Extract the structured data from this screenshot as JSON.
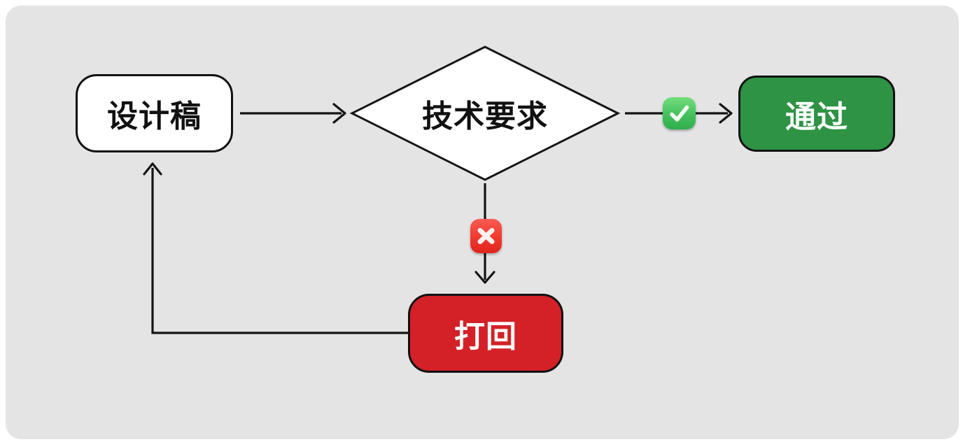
{
  "page": {
    "background_color": "#ffffff",
    "canvas_color": "#e4e4e4",
    "line_color": "#141414"
  },
  "diagram": {
    "type": "flowchart",
    "nodes": [
      {
        "id": "design",
        "label": "设计稿",
        "shape": "rounded-rect",
        "fill": "#ffffff",
        "text_color": "#111111"
      },
      {
        "id": "decision",
        "label": "技术要求",
        "shape": "diamond",
        "fill": "#ffffff",
        "text_color": "#111111"
      },
      {
        "id": "pass",
        "label": "通过",
        "shape": "rounded-rect",
        "fill": "#2e9345",
        "text_color": "#ffffff"
      },
      {
        "id": "reject",
        "label": "打回",
        "shape": "rounded-rect",
        "fill": "#d32127",
        "text_color": "#ffffff"
      }
    ],
    "edges": [
      {
        "from": "design",
        "to": "decision",
        "marker": null
      },
      {
        "from": "decision",
        "to": "pass",
        "marker": "check-mark-emoji"
      },
      {
        "from": "decision",
        "to": "reject",
        "marker": "cross-mark-emoji"
      },
      {
        "from": "reject",
        "to": "design",
        "marker": null
      }
    ],
    "icons": {
      "check": {
        "name": "check-mark-emoji",
        "glyph": "✓",
        "color_top": "#74de7d",
        "color_bottom": "#2fae4d"
      },
      "cross": {
        "name": "cross-mark-emoji",
        "glyph": "✕",
        "color_top": "#fa5b53",
        "color_bottom": "#e0241c"
      }
    }
  }
}
